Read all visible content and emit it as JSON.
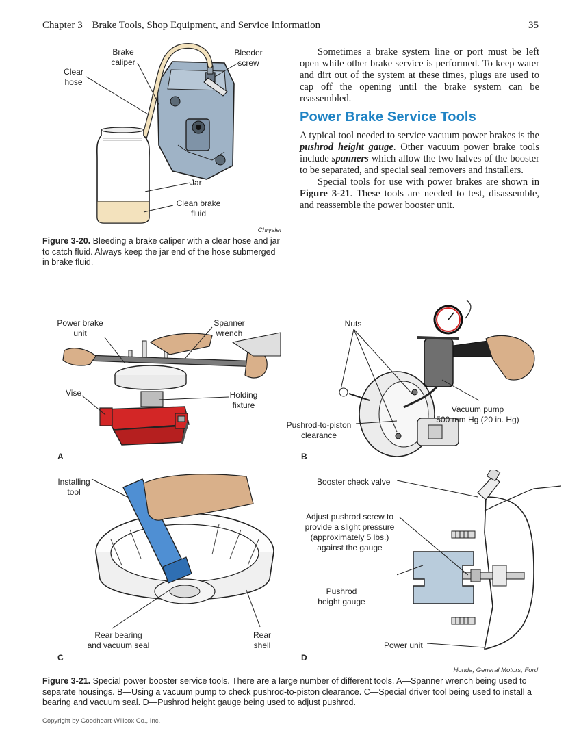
{
  "header": {
    "chapter": "Chapter 3",
    "chapter_title": "Brake Tools, Shop Equipment, and Service Information",
    "page_number": "35"
  },
  "fig320": {
    "labels": {
      "brake_caliper": "Brake\ncaliper",
      "bleeder_screw": "Bleeder\nscrew",
      "clear_hose": "Clear\nhose",
      "jar": "Jar",
      "clean_fluid": "Clean brake\nfluid"
    },
    "credit": "Chrysler",
    "caption_label": "Figure 3-20.",
    "caption_text": " Bleeding a brake caliper with a clear hose and jar to catch fluid. Always keep the jar end of the hose submerged in brake fluid."
  },
  "body": {
    "para1": "Sometimes a brake system line or port must be left open while other brake service is performed. To keep water and dirt out of the system at these times, plugs are used to cap off the opening until the brake system can be reassembled.",
    "heading": "Power Brake Service Tools",
    "para2_a": "A typical tool needed to service vacuum power brakes is the ",
    "para2_term1": "pushrod height gauge",
    "para2_b": ". Other vacuum power brake tools include ",
    "para2_term2": "spanners",
    "para2_c": " which allow the two halves of the booster to be separated, and special seal removers and installers.",
    "para3_a": "Special tools for use with power brakes are shown in ",
    "para3_ref": "Figure 3-21",
    "para3_b": ". These tools are needed to test, disassemble, and reassemble the power booster unit."
  },
  "fig321": {
    "panel_a": {
      "letter": "A",
      "power_brake_unit": "Power brake\nunit",
      "spanner_wrench": "Spanner\nwrench",
      "vise": "Vise",
      "holding_fixture": "Holding\nfixture"
    },
    "panel_b": {
      "letter": "B",
      "nuts": "Nuts",
      "pushrod_clearance": "Pushrod-to-piston\nclearance",
      "vacuum_pump": "Vacuum pump\n500 mm Hg (20 in. Hg)"
    },
    "panel_c": {
      "letter": "C",
      "installing_tool": "Installing\ntool",
      "rear_bearing": "Rear bearing\nand vacuum seal",
      "rear_shell": "Rear\nshell"
    },
    "panel_d": {
      "letter": "D",
      "check_valve": "Booster check valve",
      "adjust_screw": "Adjust pushrod screw to\nprovide a slight pressure\n(approximately 5 lbs.)\nagainst the gauge",
      "height_gauge": "Pushrod\nheight gauge",
      "power_unit": "Power unit"
    },
    "credit": "Honda, General Motors, Ford",
    "caption_label": "Figure 3-21.",
    "caption_text": " Special power booster service tools. There are a large number of different tools. A—Spanner wrench being used to separate housings. B—Using a vacuum pump to check pushrod-to-piston clearance. C—Special driver tool being used to install a bearing and vacuum seal. D—Pushrod height gauge being used to adjust pushrod."
  },
  "footer": {
    "copyright": "Copyright by Goodheart-Willcox Co., Inc."
  },
  "colors": {
    "heading_blue": "#1f83c4",
    "vise_red": "#d32626",
    "caliper_blue": "#9fb3c6",
    "fluid_tan": "#f3e2bd",
    "hand_tan": "#d9b08a",
    "gauge_blue": "#b9ccdc"
  }
}
